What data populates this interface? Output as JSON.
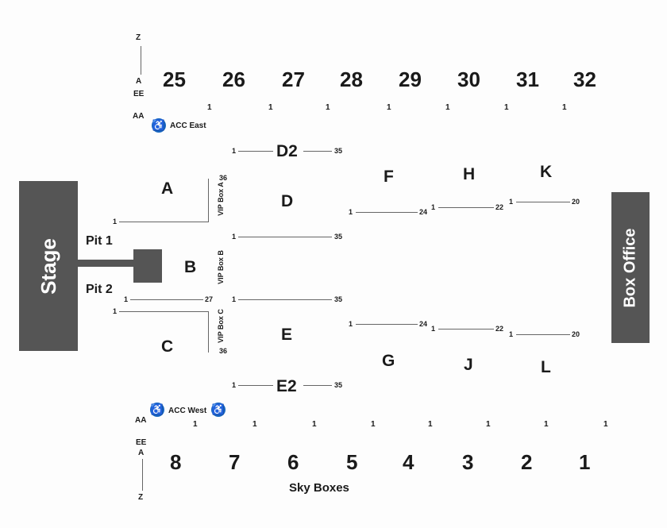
{
  "stage": "Stage",
  "box_office": "Box Office",
  "pits": [
    "Pit 1",
    "Pit 2"
  ],
  "top_sections": [
    "25",
    "26",
    "27",
    "28",
    "29",
    "30",
    "31",
    "32"
  ],
  "bottom_sections": [
    "8",
    "7",
    "6",
    "5",
    "4",
    "3",
    "2",
    "1"
  ],
  "sky_boxes": "Sky Boxes",
  "acc_east": "ACC East",
  "acc_west": "ACC West",
  "wheelchair_icon": "wheelchair-icon",
  "row_labels": {
    "z": "Z",
    "a": "A",
    "ee": "EE",
    "aa": "AA"
  },
  "floor_sections": {
    "a": "A",
    "b": "B",
    "c": "C",
    "d": "D",
    "d2": "D2",
    "e": "E",
    "e2": "E2",
    "f": "F",
    "g": "G",
    "h": "H",
    "j": "J",
    "k": "K",
    "l": "L"
  },
  "vip_boxes": [
    "VIP Box A",
    "VIP Box B",
    "VIP Box C"
  ],
  "seat_numbers": {
    "one": "1",
    "n35": "35",
    "n36": "36",
    "n27": "27",
    "n24": "24",
    "n22": "22",
    "n20": "20"
  },
  "colors": {
    "block": "#555555",
    "accessible": "#1565c0",
    "line": "#666666"
  }
}
